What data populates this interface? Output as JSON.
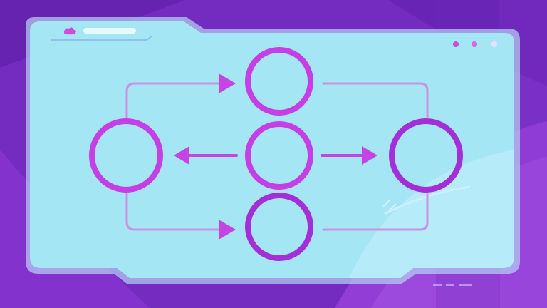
{
  "window": {
    "title": "",
    "controls": [
      "dot",
      "dot",
      "dot"
    ]
  },
  "diagram": {
    "nodes": [
      {
        "id": "left"
      },
      {
        "id": "top"
      },
      {
        "id": "center"
      },
      {
        "id": "bottom"
      },
      {
        "id": "right"
      }
    ],
    "edges": [
      {
        "from": "left",
        "to": "top",
        "arrow": "end"
      },
      {
        "from": "center",
        "to": "left",
        "arrow": "end"
      },
      {
        "from": "center",
        "to": "right",
        "arrow": "end"
      },
      {
        "from": "left",
        "to": "bottom",
        "arrow": "end"
      },
      {
        "from": "top",
        "to": "right",
        "arrow": "none"
      },
      {
        "from": "bottom",
        "to": "right",
        "arrow": "none"
      }
    ]
  },
  "colors": {
    "background": "#6a26b3",
    "background_light": "#9b3fd6",
    "panel": "#a5e6f4",
    "panel_border": "#b8d3f7",
    "node_stroke": "#c63ee6",
    "node_stroke_dark": "#a42fd8",
    "arrow": "#c544e3",
    "connector": "#c993e3"
  },
  "icons": {
    "window_badge": "cloud-icon",
    "window_dots": "dot-icon"
  }
}
